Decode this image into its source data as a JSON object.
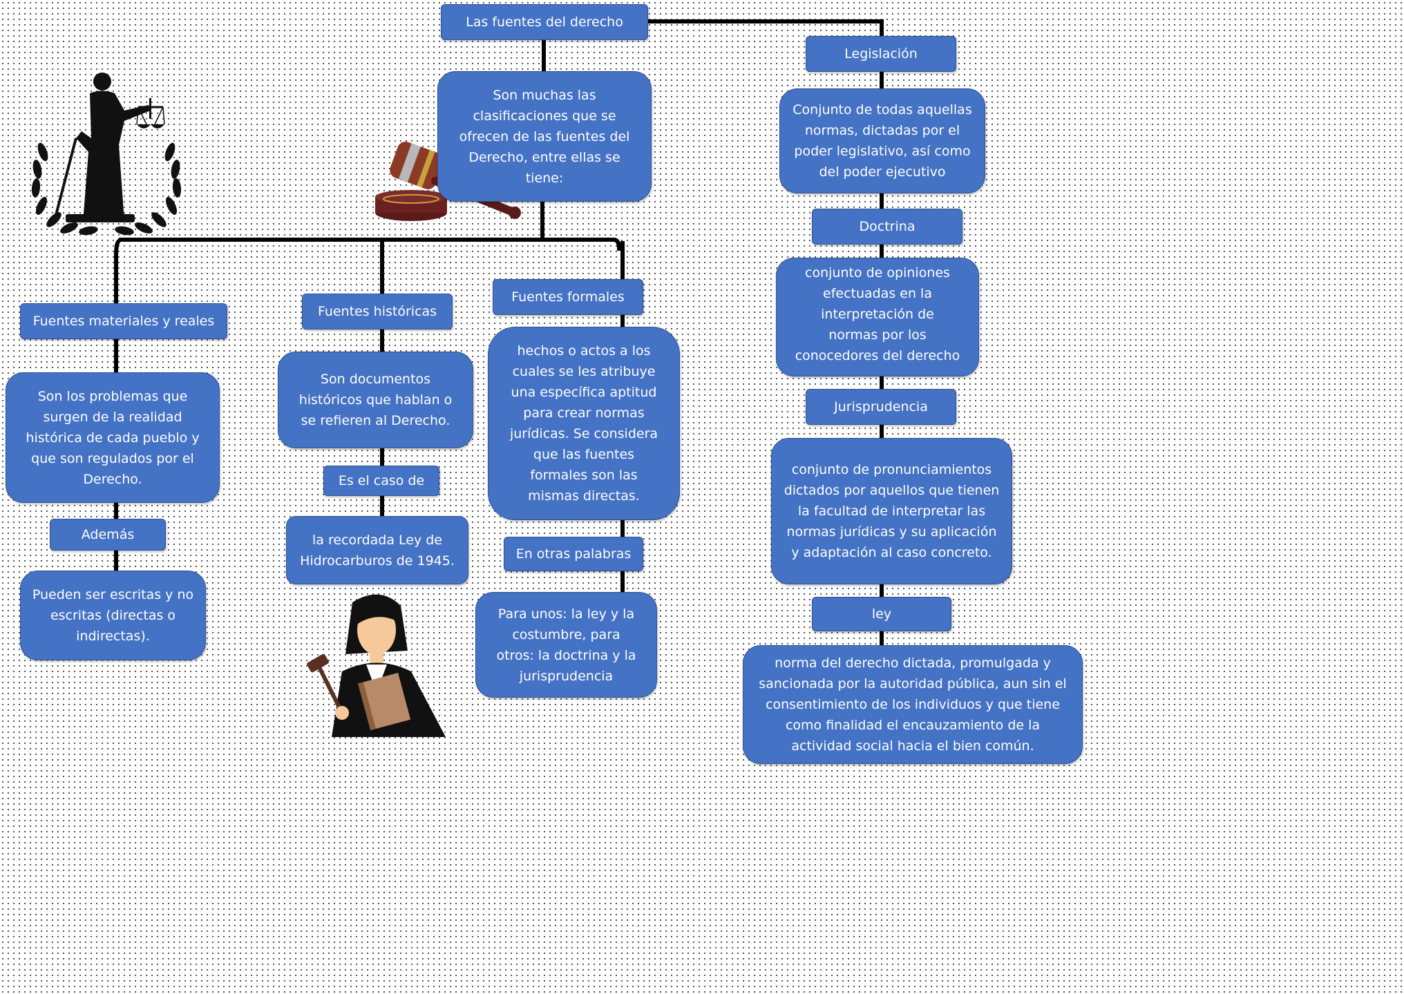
{
  "title": "Las fuentes del derecho",
  "intro": "Son muchas las clasificaciones que se ofrecen de las fuentes del Derecho, entre ellas se tiene:",
  "materiales": {
    "title": "Fuentes materiales y reales",
    "desc": "Son los problemas que surgen de la realidad histórica de cada pueblo y que son regulados por el Derecho.",
    "connector": "Además",
    "detail": "Pueden ser escritas y no escritas (directas o indirectas)."
  },
  "historicas": {
    "title": "Fuentes históricas",
    "desc": "Son documentos históricos que hablan o se refieren al Derecho.",
    "connector": "Es el caso de",
    "detail": "la recordada Ley de Hidrocarburos de 1945."
  },
  "formales": {
    "title": "Fuentes formales",
    "desc": "hechos o actos a los cuales se les atribuye una específica aptitud para crear normas jurídicas. Se considera que las fuentes formales son las mismas directas.",
    "connector": "En otras palabras",
    "detail": "Para unos: la ley y la costumbre, para otros: la doctrina y la jurisprudencia"
  },
  "legislacion": {
    "title": "Legislación",
    "desc": "Conjunto de todas aquellas normas, dictadas por el poder legislativo, así como del poder ejecutivo"
  },
  "doctrina": {
    "title": "Doctrina",
    "desc": "conjunto de opiniones efectuadas en la interpretación de normas por los conocedores del derecho"
  },
  "jurisprudencia": {
    "title": "Jurisprudencia",
    "desc": "conjunto de pronunciamientos dictados por aquellos que tienen la facultad de interpretar las normas jurídicas y su aplicación y adaptación al caso concreto."
  },
  "ley": {
    "title": "ley",
    "desc": "norma del derecho dictada, promulgada y sancionada por la autoridad pública, aun sin el consentimiento de los individuos y que tiene como finalidad el encauzamiento de la actividad social hacia el bien común."
  },
  "images": {
    "justice": "lady-justice-illustration",
    "gavel": "gavel-illustration",
    "judge": "judge-illustration"
  },
  "colors": {
    "box_fill": "#4472c4",
    "box_border": "#2f528f",
    "text": "#ffffff",
    "connector": "#000000"
  }
}
